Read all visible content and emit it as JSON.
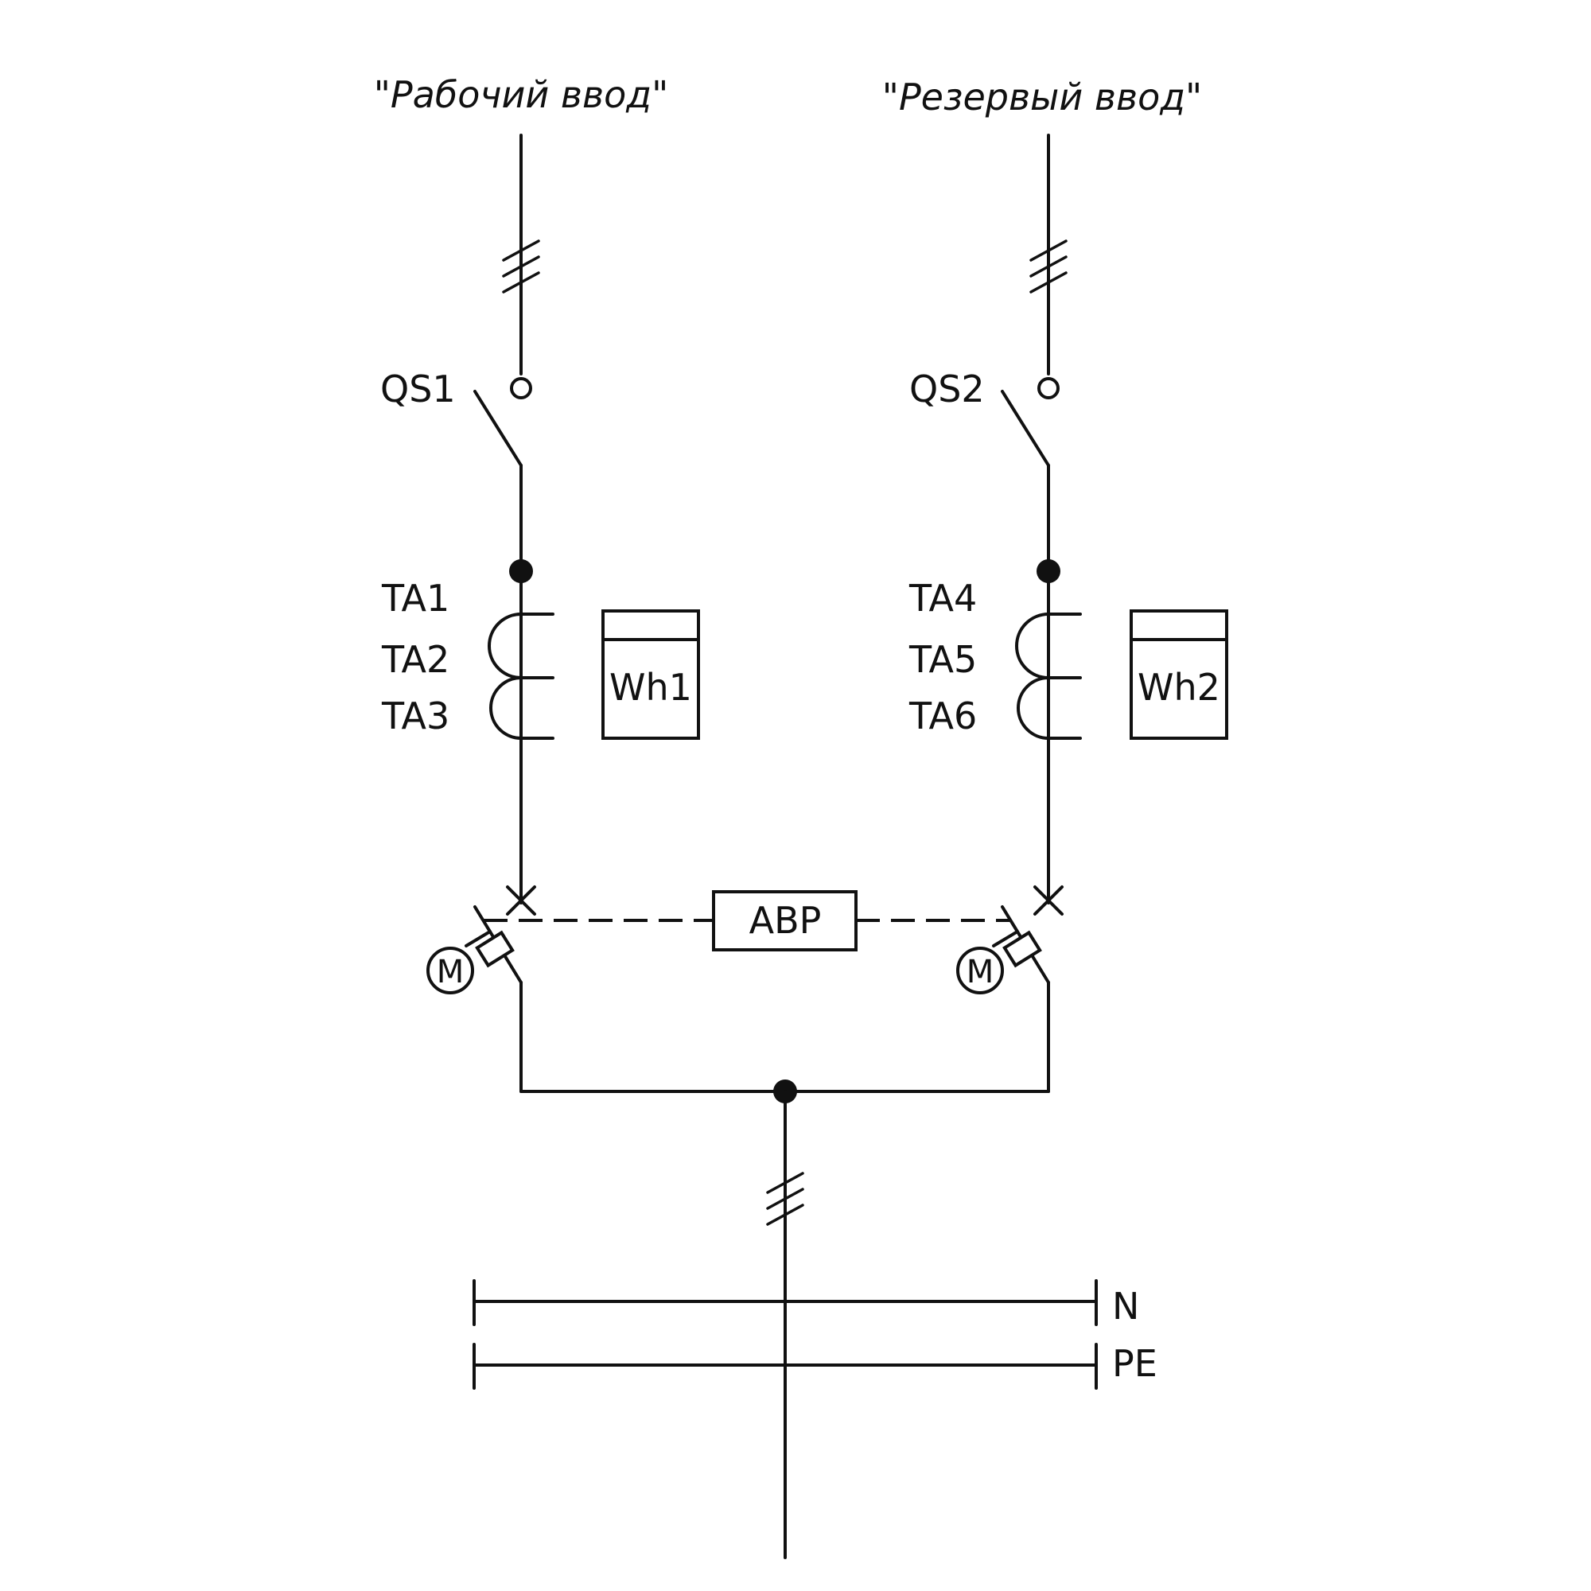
{
  "inputs": {
    "working_title": "\"Рабочий ввод\"",
    "reserve_title": "\"Резервый ввод\""
  },
  "switches": {
    "qs1": "QS1",
    "qs2": "QS2"
  },
  "transformers": {
    "left": [
      "TA1",
      "TA2",
      "TA3"
    ],
    "right": [
      "TA4",
      "TA5",
      "TA6"
    ]
  },
  "meters": {
    "wh1": "Wh1",
    "wh2": "Wh2"
  },
  "transfer": {
    "label": "АВР",
    "motor_left": "M",
    "motor_right": "M"
  },
  "buses": {
    "n": "N",
    "pe": "PE"
  }
}
